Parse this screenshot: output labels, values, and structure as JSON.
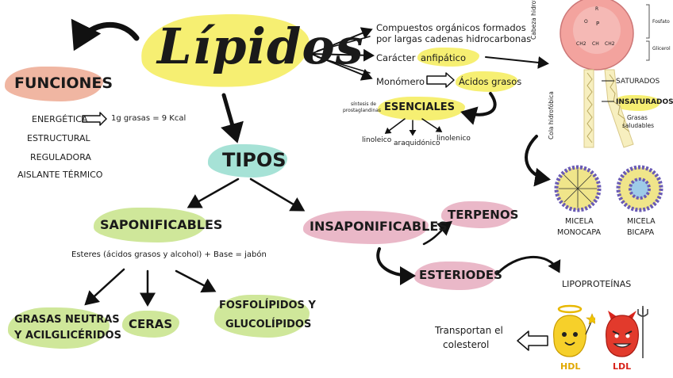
{
  "colors": {
    "yellow": "#f6ef72",
    "pink": "#eab8c8",
    "salmon": "#f0b6a2",
    "mint": "#a6e2d6",
    "green": "#cfe79a",
    "ink": "#111111"
  },
  "title": "Lípidos",
  "funciones": {
    "heading": "FUNCIONES",
    "items": [
      "ENERGÉTICA",
      "ESTRUCTURAL",
      "REGULADORA",
      "AISLANTE TÉRMICO"
    ],
    "energetica_note": "1g grasas = 9 Kcal"
  },
  "properties": {
    "compuestos_line1": "Compuestos orgánicos formados",
    "compuestos_line2": "por largas cadenas hidrocarbonas",
    "caracter": "Carácter",
    "anfipatico": "anfipático",
    "monomero": "Monómero",
    "acidos_grasos": "Ácidos grasos"
  },
  "esenciales": {
    "heading": "ESENCIALES",
    "note_line1": "síntesis de",
    "note_line2": "prostaglandinas",
    "items": [
      "linoleico",
      "araquidónico",
      "linolenico"
    ]
  },
  "molecule": {
    "cabeza": "Cabeza hidrofílica",
    "cola": "Cola hidrofóbica",
    "fosfato": "Fosfato",
    "glicerol": "Glicerol",
    "saturados": "SATURADOS",
    "insaturados": "INSATURADOS",
    "grasas_line1": "Grasas",
    "grasas_line2": "saludables",
    "atoms": {
      "r": "R",
      "o": "O",
      "p": "P",
      "c1": "CH2",
      "c2": "CH",
      "c3": "CH2"
    }
  },
  "micelas": {
    "monocapa_line1": "MICELA",
    "monocapa_line2": "MONOCAPA",
    "bicapa_line1": "MICELA",
    "bicapa_line2": "BICAPA"
  },
  "tipos": {
    "heading": "TIPOS",
    "saponificables": "SAPONIFICABLES",
    "insaponificables": "INSAPONIFICABLES",
    "esteres": "Esteres (ácidos grasos y alcohol) + Base = jabón",
    "grasas_line1": "GRASAS NEUTRAS",
    "grasas_line2": "Y ACILGLICÉRIDOS",
    "ceras": "CERAS",
    "fosfo_line1": "FOSFOLÍPIDOS Y",
    "fosfo_line2": "GLUCOLÍPIDOS",
    "terpenos": "TERPENOS",
    "esteriodes": "ESTERIODES"
  },
  "lipoproteinas": {
    "heading": "LIPOPROTEÍNAS",
    "transport_line1": "Transportan el",
    "transport_line2": "colesterol",
    "hdl": "HDL",
    "ldl": "LDL"
  }
}
